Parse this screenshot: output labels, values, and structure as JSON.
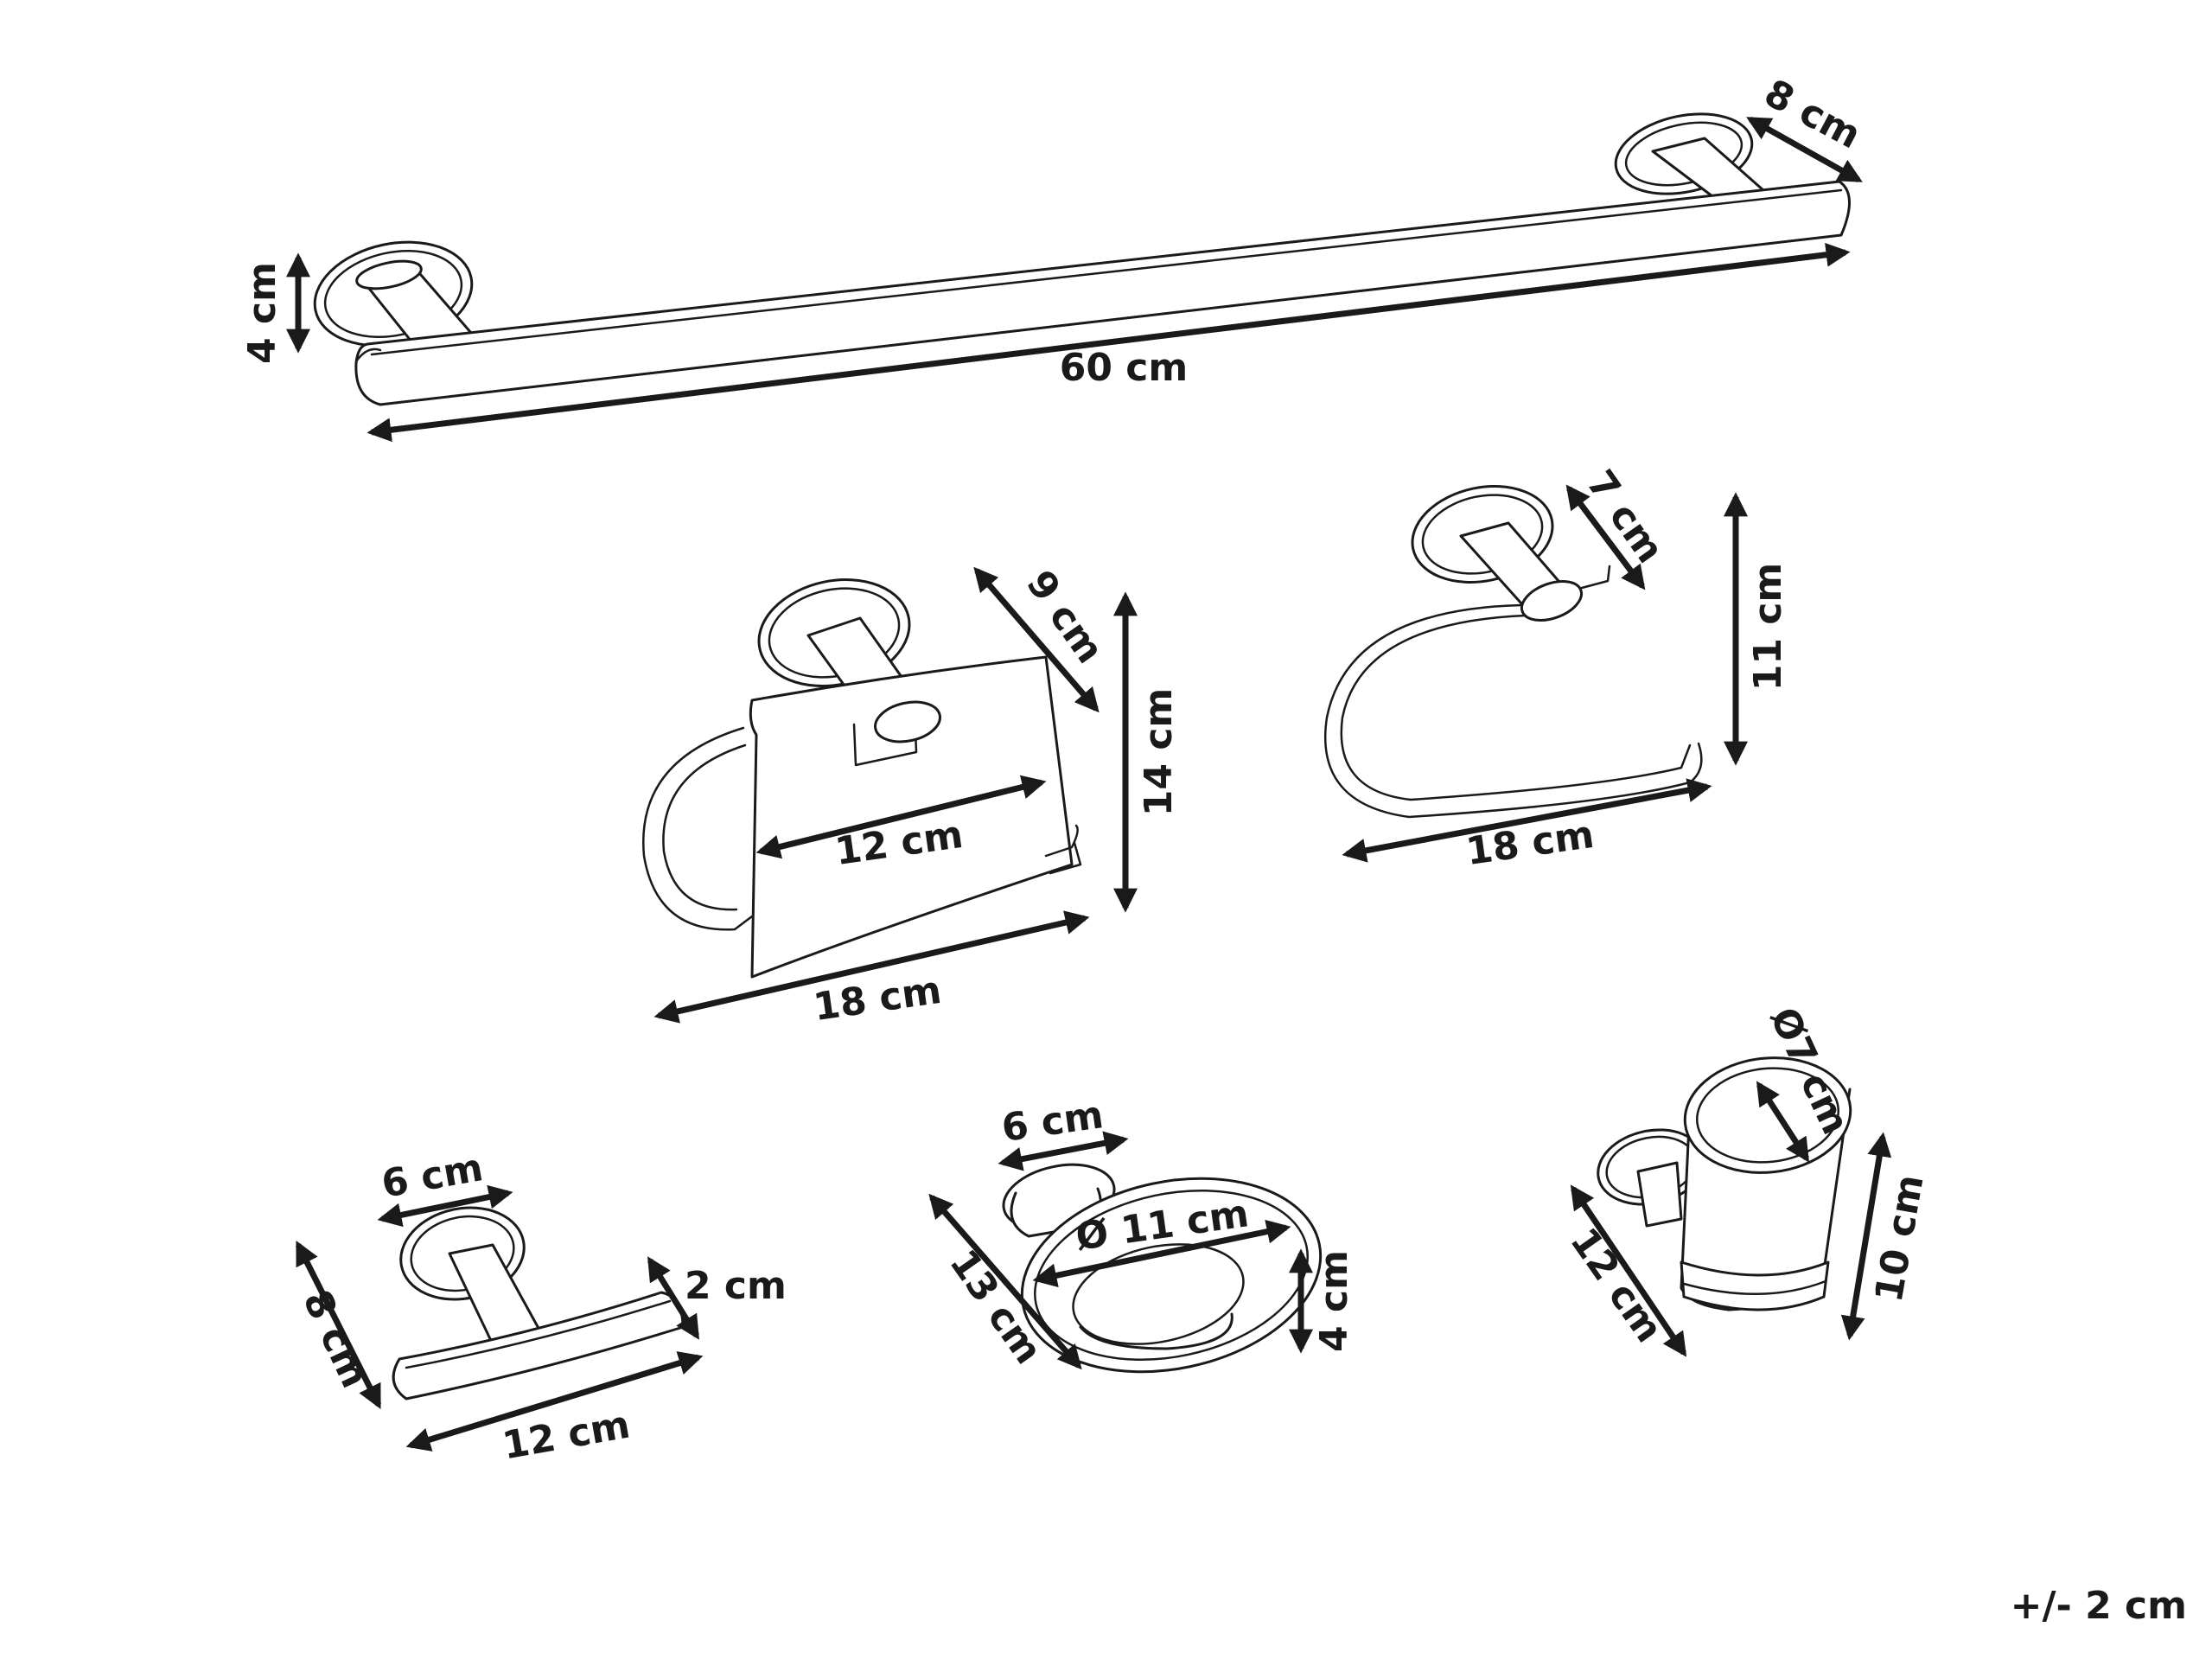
{
  "products": {
    "towel_bar": {
      "width": "60 cm",
      "height": "4 cm",
      "depth": "8 cm"
    },
    "paper_holder": {
      "depth": "9 cm",
      "height": "14 cm",
      "cover_width": "12 cm",
      "width": "18 cm"
    },
    "towel_ring": {
      "depth": "7 cm",
      "height": "11 cm",
      "width": "18 cm"
    },
    "robe_hook": {
      "base": "6 cm",
      "height": "8 cm",
      "thickness": "2 cm",
      "width": "12 cm"
    },
    "soap_dish": {
      "base": "6 cm",
      "diameter": "Ø 11 cm",
      "depth": "13 cm",
      "height": "4 cm"
    },
    "tumbler_holder": {
      "diameter": "Ø7 cm",
      "depth": "12 cm",
      "height": "10 cm"
    }
  },
  "tolerance": "+/- 2 cm"
}
